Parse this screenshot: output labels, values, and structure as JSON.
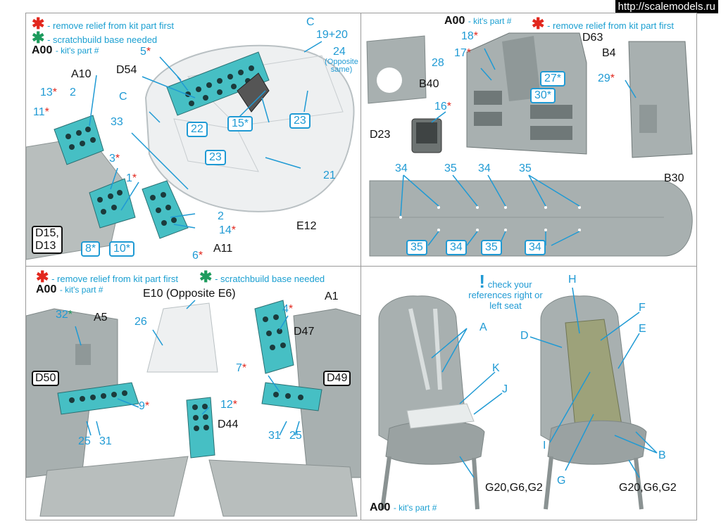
{
  "watermark": "http://scalemodels.ru",
  "legend": {
    "remove_relief": "- remove relief from kit part first",
    "scratchbuild": "- scratchbuild base needed",
    "kit_part_code": "A00",
    "kit_part_text": "- kit's part #"
  },
  "panel1": {
    "labels": {
      "a10": "A10",
      "c1": "C",
      "c2": "C",
      "d54": "D54",
      "p5": "5",
      "p13": "13",
      "p2a": "2",
      "p11": "11",
      "p33": "33",
      "p3": "3",
      "p1": "1",
      "p2b": "2",
      "p14": "14",
      "p6": "6",
      "a11": "A11",
      "d15": "D15,",
      "d13": "D13",
      "p8": "8",
      "p10": "10",
      "p22": "22",
      "p15": "15",
      "p23a": "23",
      "p23b": "23",
      "p19": "19+20",
      "p24": "24",
      "opposite": "(Opposite same)",
      "p21": "21",
      "e12": "E12"
    }
  },
  "panel2": {
    "labels": {
      "d63": "D63",
      "p18": "18",
      "p17": "17",
      "p28": "28",
      "b40": "B40",
      "p27": "27",
      "p30": "30",
      "b4": "B4",
      "p29": "29",
      "p16": "16",
      "d23": "D23",
      "p34a": "34",
      "p35a": "35",
      "p34b": "34",
      "p35b": "35",
      "b30": "B30",
      "p35c": "35",
      "p34c": "34",
      "p35d": "35",
      "p34d": "34"
    }
  },
  "panel3": {
    "labels": {
      "e10": "E10 (Opposite E6)",
      "a1": "A1",
      "p32": "32",
      "a5": "A5",
      "p26": "26",
      "p4": "4",
      "d47": "D47",
      "p7": "7",
      "d49": "D49",
      "d50": "D50",
      "p9": "9",
      "p12": "12",
      "d44": "D44",
      "p25a": "25",
      "p31a": "31",
      "p31b": "31",
      "p25b": "25"
    }
  },
  "panel4": {
    "check": "check your references right or left seat",
    "labels": {
      "h": "H",
      "a": "A",
      "f": "F",
      "d": "D",
      "e": "E",
      "k": "K",
      "j": "J",
      "i": "I",
      "g": "G",
      "b": "B",
      "g20a": "G20,G6,G2",
      "g20b": "G20,G6,G2"
    }
  },
  "colors": {
    "accent": "#1f9ad4",
    "red_star": "#e2271d",
    "green_star": "#1d9b5d",
    "instrument_panel": "#46bfc4",
    "kit_grey": "#a8b0b0"
  }
}
